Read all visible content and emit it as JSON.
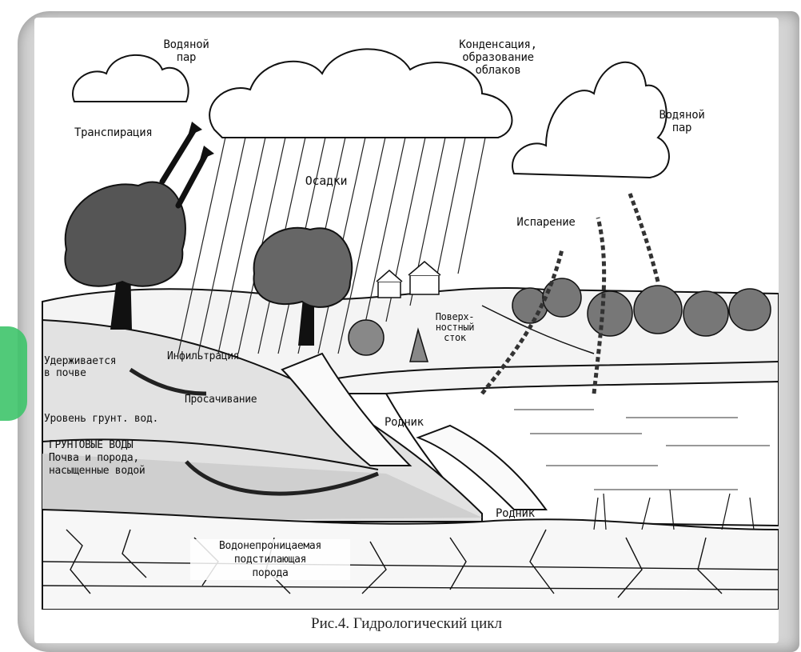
{
  "figure": {
    "labels": {
      "water_vapor_left": "Водяной\nпар",
      "condensation": "Конденсация,\nобразование\nоблаков",
      "water_vapor_right": "Водяной\nпар",
      "transpiration": "Транспирация",
      "precipitation": "Осадки",
      "evaporation": "Испарение",
      "surface_runoff": "Поверх-\nностный\nсток",
      "infiltration": "Инфильтрация",
      "retained_in_soil": "Удерживается\nв почве",
      "percolation": "Просачивание",
      "groundwater_level": "Уровень грунт. вод.",
      "groundwater": "ГРУНТОВЫЕ ВОДЫ\nПочва и порода,\nнасыщенные водой",
      "spring_upper": "Родник",
      "spring_lower": "Родник",
      "impermeable_rock": "Водонепроницаемая\nподстилающая\nпорода"
    },
    "caption": "Рис.4. Гидрологический цикл"
  },
  "colors": {
    "accent_green": "#3ec46a",
    "ink": "#111111"
  }
}
